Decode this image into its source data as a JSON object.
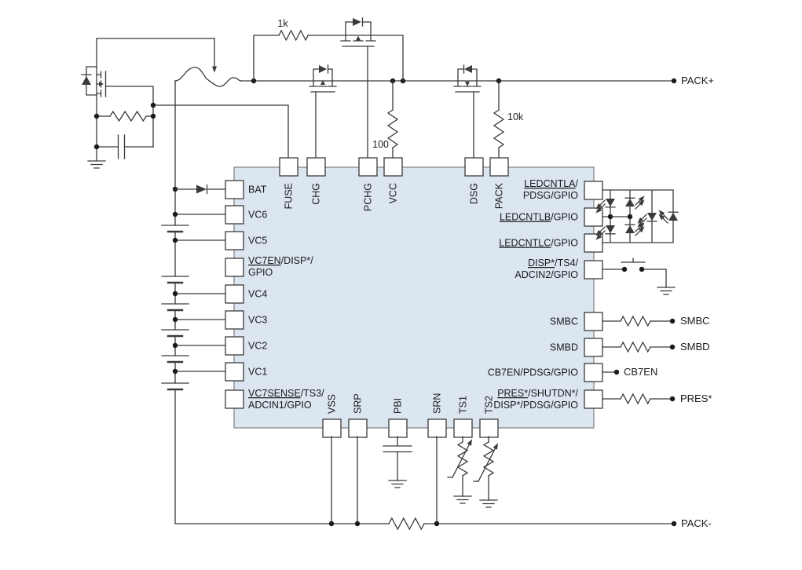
{
  "colors": {
    "background": "#ffffff",
    "ic_fill": "#dce6f1",
    "ic_border": "#808080",
    "wire": "#3a3a3a",
    "text": "#1a1a1a"
  },
  "terminals": {
    "pack_plus": "PACK+",
    "pack_minus": "PACK-",
    "smbc": "SMBC",
    "smbd": "SMBD",
    "cb7en": "CB7EN",
    "pres": "PRES*"
  },
  "component_values": {
    "gate_pullup": "1k",
    "vcc_series": "100",
    "pack_pullup": "10k"
  },
  "ic": {
    "top_pins": [
      "FUSE",
      "CHG",
      "PCHG",
      "VCC",
      "DSG",
      "PACK"
    ],
    "bottom_pins": [
      "VSS",
      "SRP",
      "PBI",
      "SRN",
      "TS1",
      "TS2"
    ],
    "left_pins": [
      {
        "l1u": "",
        "l1": "BAT"
      },
      {
        "l1u": "",
        "l1": "VC6"
      },
      {
        "l1u": "",
        "l1": "VC5"
      },
      {
        "l1u": "VC7EN",
        "l1": "/DISP*/",
        "l2u": "",
        "l2": "GPIO"
      },
      {
        "l1u": "",
        "l1": "VC4"
      },
      {
        "l1u": "",
        "l1": "VC3"
      },
      {
        "l1u": "",
        "l1": "VC2"
      },
      {
        "l1u": "",
        "l1": "VC1"
      },
      {
        "l1u": "VC7SENSE",
        "l1": "/TS3/",
        "l2u": "",
        "l2": "ADCIN1/GPIO"
      }
    ],
    "right_pins": [
      {
        "l1u": "LEDCNTLA",
        "l1": "/",
        "l2u": "",
        "l2": "PDSG/GPIO"
      },
      {
        "l1u": "LEDCNTLB",
        "l1": "/GPIO"
      },
      {
        "l1u": "LEDCNTLC",
        "l1": "/GPIO"
      },
      {
        "l1u": "DISP*",
        "l1": "/TS4/",
        "l2u": "",
        "l2": "ADCIN2/GPIO"
      },
      {
        "l1u": "",
        "l1": "SMBC"
      },
      {
        "l1u": "",
        "l1": "SMBD"
      },
      {
        "l1u": "",
        "l1": "CB7EN/PDSG/GPIO"
      },
      {
        "l1u": "PRES*",
        "l1": "/SHUTDN*/",
        "l2u": "",
        "l2": "DISP*/PDSG/GPIO"
      }
    ]
  }
}
